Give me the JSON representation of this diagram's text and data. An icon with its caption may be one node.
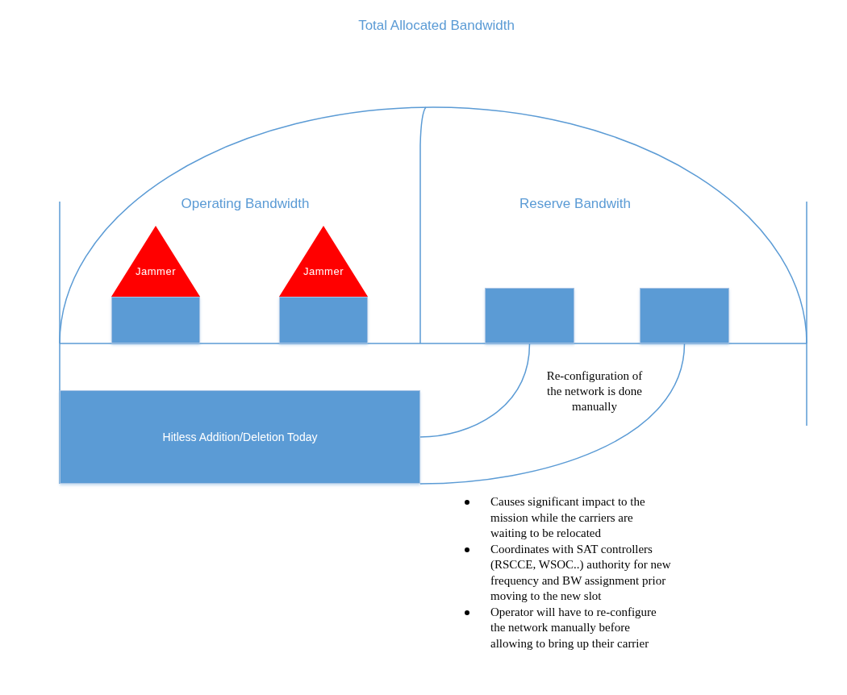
{
  "diagram": {
    "title": "Total Allocated Bandwidth",
    "nodes": [
      {
        "text": [
          "Jammer"
        ]
      },
      {
        "text": [],
        "shape": "box"
      },
      {
        "text": [
          "Jammer"
        ]
      },
      {
        "text": [],
        "shape": "box"
      },
      {
        "text": [],
        "shape": "box"
      },
      {
        "text": [],
        "shape": "box"
      },
      {
        "text": [
          "Hitless Addition/Deletion Today"
        ]
      }
    ],
    "edges": [
      {
        "from": 4,
        "to": 6,
        "arrow": "none"
      },
      {
        "from": 5,
        "to": 6,
        "arrow": "none"
      }
    ],
    "labels": [
      "Operating Bandwidth",
      "Reserve Bandwith",
      "Re-configuration of the network is done manually",
      "Causes significant impact to the mission while the carriers are waiting to be relocated",
      "Coordinates with SAT controllers (RSCCE, WSOC..) authority for new frequency and BW assignment prior moving to the new slot",
      "Operator will have to re-configure the network manually before allowing to bring up their carrier"
    ]
  }
}
